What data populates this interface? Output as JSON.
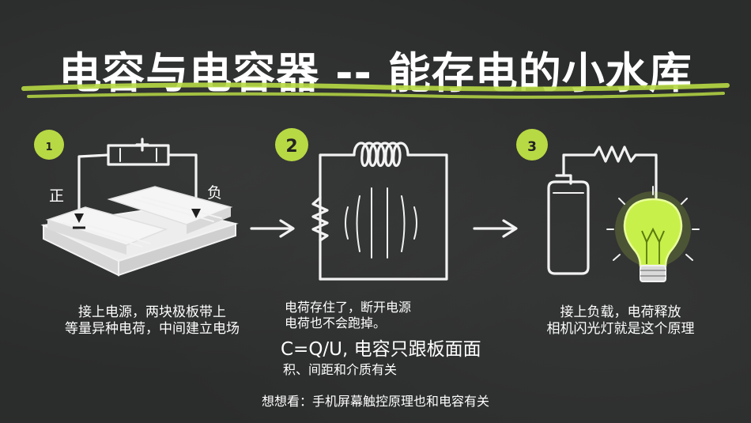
{
  "title": "电容与电容器 -- 能存电的小水库",
  "colors": {
    "accent": "#b7d944",
    "background": "#2b2c2c",
    "chalk": "#f2f2f2",
    "bulb": "#c8f04a"
  },
  "steps": [
    {
      "number": "1",
      "label_positive": "正",
      "label_negative": "负",
      "text_lines": [
        "接上电源，两块极板带上",
        "等量异种电荷，中间建立电场"
      ]
    },
    {
      "number": "2",
      "text_lines": [
        "电荷存住了，断开电源",
        "电荷也不会跑掉。"
      ],
      "formula": "C=Q/U, 电容只跟板面面",
      "formula_tail": "积、间距和介质有关"
    },
    {
      "number": "3",
      "text_lines": [
        "接上负载，电荷释放",
        "相机闪光灯就是这个原理"
      ]
    }
  ],
  "footer": "想想看：手机屏幕触控原理也和电容有关",
  "icons": [
    "arrow-right-icon",
    "light-bulb-icon",
    "battery-icon",
    "resistor-icon",
    "inductor-coil-icon",
    "capacitor-plates-icon"
  ]
}
